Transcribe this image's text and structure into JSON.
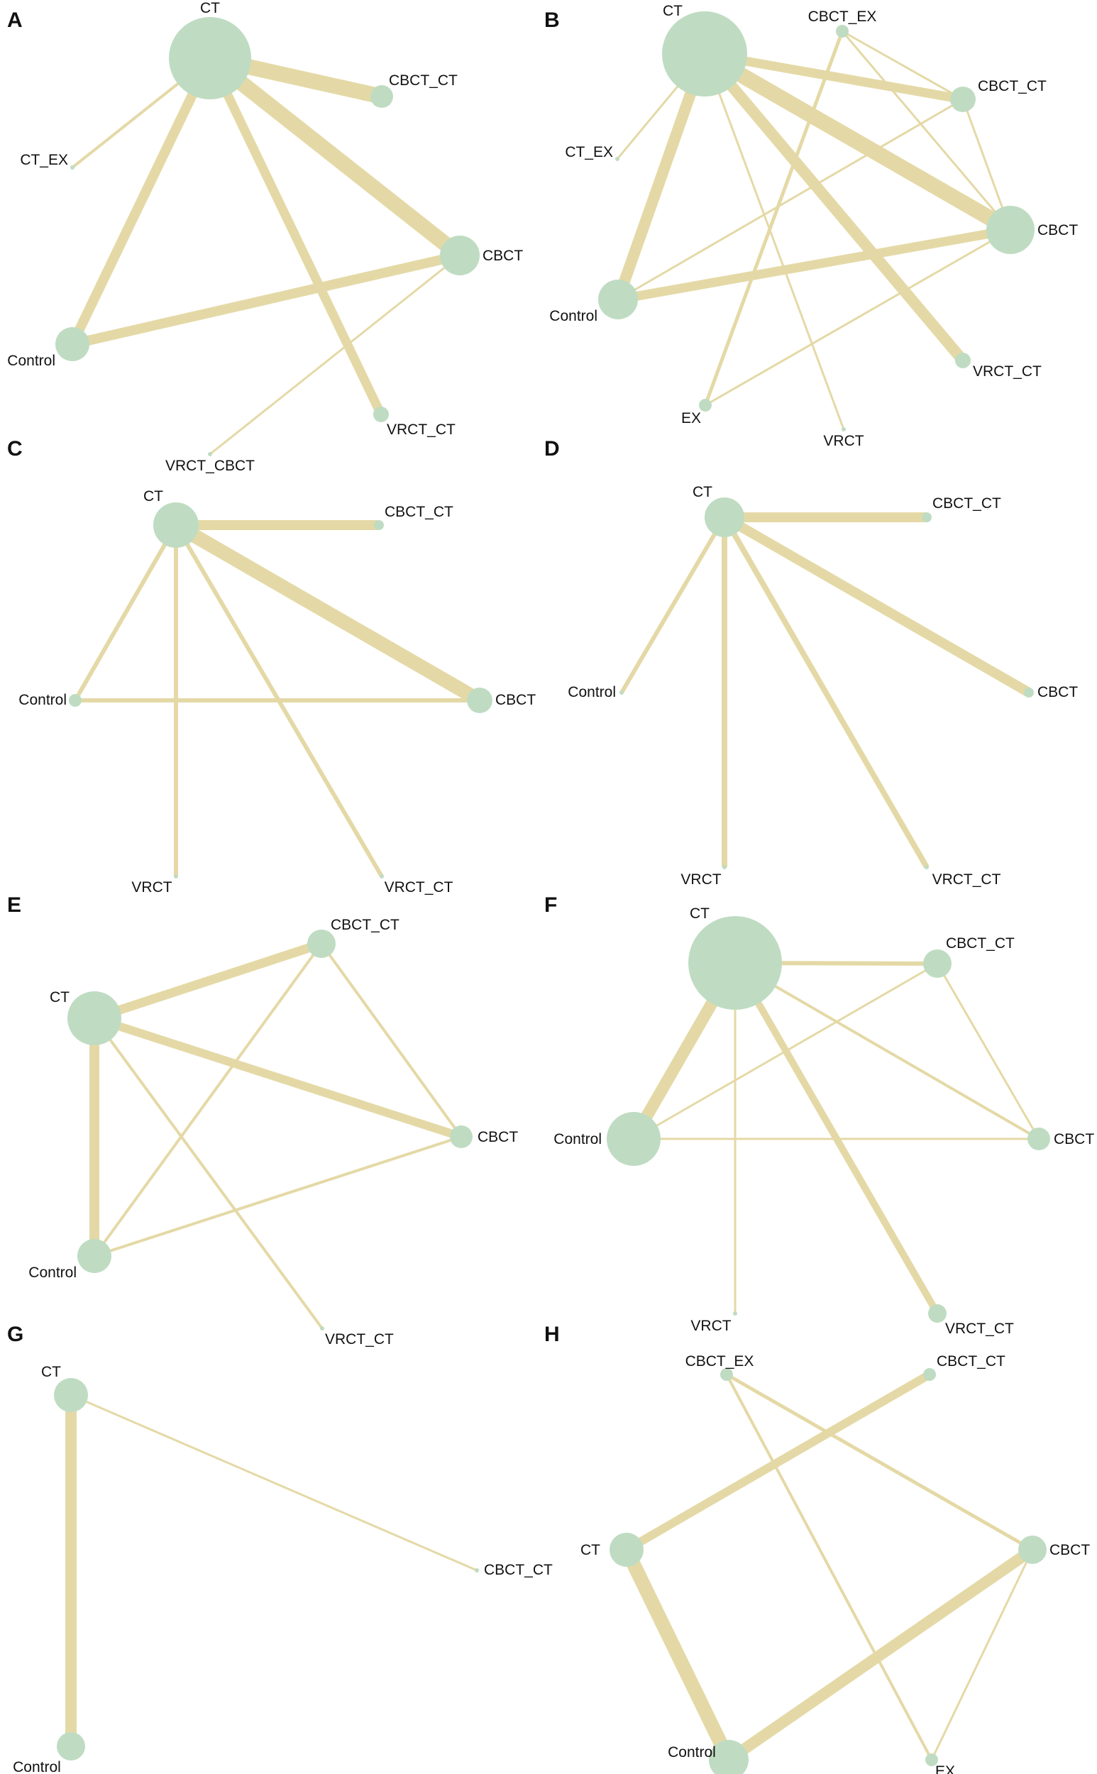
{
  "figure": {
    "edge_color": "#E4D9A6",
    "node_color": "#BFDCC2",
    "panels": [
      {
        "letter": "A",
        "nodes": [
          {
            "id": "CT",
            "label": "CT"
          },
          {
            "id": "CBCT_CT",
            "label": "CBCT_CT"
          },
          {
            "id": "CT_EX",
            "label": "CT_EX"
          },
          {
            "id": "CBCT",
            "label": "CBCT"
          },
          {
            "id": "Control",
            "label": "Control"
          },
          {
            "id": "VRCT_CT",
            "label": "VRCT_CT"
          },
          {
            "id": "VRCT_CBCT",
            "label": "VRCT_CBCT"
          }
        ],
        "edges": [
          {
            "from": "CT",
            "to": "CBCT_CT"
          },
          {
            "from": "CT",
            "to": "CT_EX"
          },
          {
            "from": "CT",
            "to": "CBCT"
          },
          {
            "from": "CT",
            "to": "Control"
          },
          {
            "from": "CT",
            "to": "VRCT_CT"
          },
          {
            "from": "Control",
            "to": "CBCT"
          },
          {
            "from": "CBCT",
            "to": "VRCT_CBCT"
          }
        ]
      },
      {
        "letter": "B",
        "nodes": [
          {
            "id": "CT",
            "label": "CT"
          },
          {
            "id": "CBCT_EX",
            "label": "CBCT_EX"
          },
          {
            "id": "CBCT_CT",
            "label": "CBCT_CT"
          },
          {
            "id": "CT_EX",
            "label": "CT_EX"
          },
          {
            "id": "CBCT",
            "label": "CBCT"
          },
          {
            "id": "Control",
            "label": "Control"
          },
          {
            "id": "VRCT_CT",
            "label": "VRCT_CT"
          },
          {
            "id": "EX",
            "label": "EX"
          },
          {
            "id": "VRCT",
            "label": "VRCT"
          }
        ],
        "edges": [
          {
            "from": "CT",
            "to": "CBCT_CT"
          },
          {
            "from": "CT",
            "to": "CBCT"
          },
          {
            "from": "CT",
            "to": "Control"
          },
          {
            "from": "CT",
            "to": "VRCT_CT"
          },
          {
            "from": "CT",
            "to": "CT_EX"
          },
          {
            "from": "CT",
            "to": "VRCT"
          },
          {
            "from": "CBCT_EX",
            "to": "EX"
          },
          {
            "from": "CBCT_EX",
            "to": "CBCT_CT"
          },
          {
            "from": "CBCT_EX",
            "to": "CBCT"
          },
          {
            "from": "Control",
            "to": "CBCT"
          },
          {
            "from": "Control",
            "to": "CBCT_CT"
          },
          {
            "from": "CBCT_CT",
            "to": "CBCT"
          },
          {
            "from": "EX",
            "to": "CBCT"
          }
        ]
      },
      {
        "letter": "C",
        "nodes": [
          {
            "id": "CT",
            "label": "CT"
          },
          {
            "id": "CBCT_CT",
            "label": "CBCT_CT"
          },
          {
            "id": "Control",
            "label": "Control"
          },
          {
            "id": "CBCT",
            "label": "CBCT"
          },
          {
            "id": "VRCT",
            "label": "VRCT"
          },
          {
            "id": "VRCT_CT",
            "label": "VRCT_CT"
          }
        ],
        "edges": [
          {
            "from": "CT",
            "to": "CBCT_CT"
          },
          {
            "from": "CT",
            "to": "CBCT"
          },
          {
            "from": "CT",
            "to": "Control"
          },
          {
            "from": "CT",
            "to": "VRCT"
          },
          {
            "from": "CT",
            "to": "VRCT_CT"
          },
          {
            "from": "Control",
            "to": "CBCT"
          }
        ]
      },
      {
        "letter": "D",
        "nodes": [
          {
            "id": "CT",
            "label": "CT"
          },
          {
            "id": "CBCT_CT",
            "label": "CBCT_CT"
          },
          {
            "id": "Control",
            "label": "Control"
          },
          {
            "id": "CBCT",
            "label": "CBCT"
          },
          {
            "id": "VRCT",
            "label": "VRCT"
          },
          {
            "id": "VRCT_CT",
            "label": "VRCT_CT"
          }
        ],
        "edges": [
          {
            "from": "CT",
            "to": "CBCT_CT"
          },
          {
            "from": "CT",
            "to": "CBCT"
          },
          {
            "from": "CT",
            "to": "Control"
          },
          {
            "from": "CT",
            "to": "VRCT"
          },
          {
            "from": "CT",
            "to": "VRCT_CT"
          }
        ]
      },
      {
        "letter": "E",
        "nodes": [
          {
            "id": "CT",
            "label": "CT"
          },
          {
            "id": "CBCT_CT",
            "label": "CBCT_CT"
          },
          {
            "id": "CBCT",
            "label": "CBCT"
          },
          {
            "id": "Control",
            "label": "Control"
          },
          {
            "id": "VRCT_CT",
            "label": "VRCT_CT"
          }
        ],
        "edges": [
          {
            "from": "CT",
            "to": "CBCT_CT"
          },
          {
            "from": "CT",
            "to": "CBCT"
          },
          {
            "from": "CT",
            "to": "Control"
          },
          {
            "from": "CT",
            "to": "VRCT_CT"
          },
          {
            "from": "CBCT_CT",
            "to": "CBCT"
          },
          {
            "from": "CBCT_CT",
            "to": "Control"
          },
          {
            "from": "Control",
            "to": "CBCT"
          }
        ]
      },
      {
        "letter": "F",
        "nodes": [
          {
            "id": "CT",
            "label": "CT"
          },
          {
            "id": "CBCT_CT",
            "label": "CBCT_CT"
          },
          {
            "id": "Control",
            "label": "Control"
          },
          {
            "id": "CBCT",
            "label": "CBCT"
          },
          {
            "id": "VRCT",
            "label": "VRCT"
          },
          {
            "id": "VRCT_CT",
            "label": "VRCT_CT"
          }
        ],
        "edges": [
          {
            "from": "CT",
            "to": "Control"
          },
          {
            "from": "CT",
            "to": "CBCT_CT"
          },
          {
            "from": "CT",
            "to": "CBCT"
          },
          {
            "from": "CT",
            "to": "VRCT_CT"
          },
          {
            "from": "CT",
            "to": "VRCT"
          },
          {
            "from": "Control",
            "to": "CBCT_CT"
          },
          {
            "from": "Control",
            "to": "CBCT"
          },
          {
            "from": "CBCT_CT",
            "to": "CBCT"
          }
        ]
      },
      {
        "letter": "G",
        "nodes": [
          {
            "id": "CT",
            "label": "CT"
          },
          {
            "id": "CBCT_CT",
            "label": "CBCT_CT"
          },
          {
            "id": "Control",
            "label": "Control"
          }
        ],
        "edges": [
          {
            "from": "CT",
            "to": "Control"
          },
          {
            "from": "CT",
            "to": "CBCT_CT"
          }
        ]
      },
      {
        "letter": "H",
        "nodes": [
          {
            "id": "CBCT_EX",
            "label": "CBCT_EX"
          },
          {
            "id": "CBCT_CT",
            "label": "CBCT_CT"
          },
          {
            "id": "CT",
            "label": "CT"
          },
          {
            "id": "CBCT",
            "label": "CBCT"
          },
          {
            "id": "Control",
            "label": "Control"
          },
          {
            "id": "EX",
            "label": "EX"
          }
        ],
        "edges": [
          {
            "from": "CT",
            "to": "CBCT_CT"
          },
          {
            "from": "CT",
            "to": "Control"
          },
          {
            "from": "Control",
            "to": "CBCT"
          },
          {
            "from": "CBCT_EX",
            "to": "CBCT"
          },
          {
            "from": "CBCT_EX",
            "to": "EX"
          },
          {
            "from": "CBCT",
            "to": "EX"
          }
        ]
      }
    ]
  }
}
